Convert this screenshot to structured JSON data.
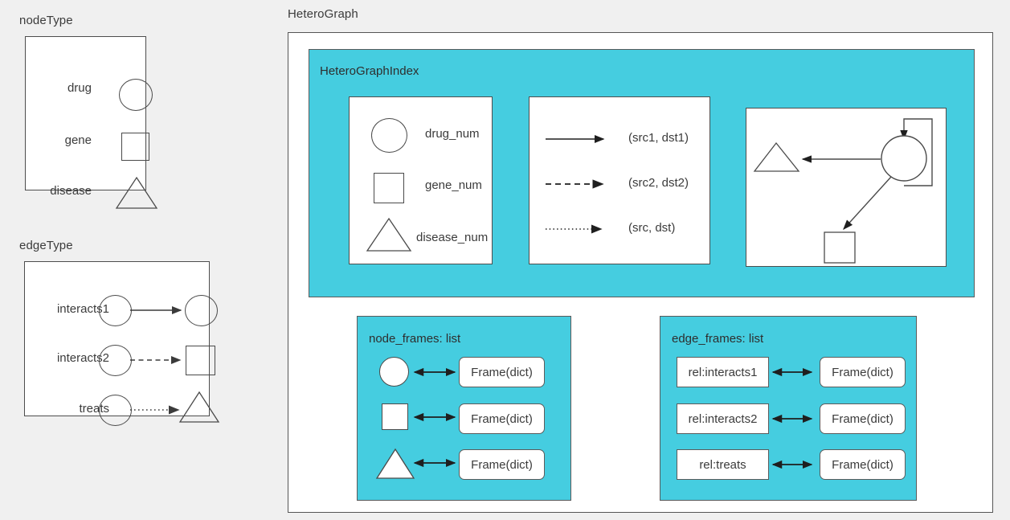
{
  "sections": {
    "node_type": {
      "caption": "nodeType",
      "rows": [
        {
          "label": "drug",
          "shape": "circle"
        },
        {
          "label": "gene",
          "shape": "square"
        },
        {
          "label": "disease",
          "shape": "triangle"
        }
      ]
    },
    "edge_type": {
      "caption": "edgeType",
      "rows": [
        {
          "label": "interacts1",
          "from": "circle",
          "to": "circle",
          "line": "solid"
        },
        {
          "label": "interacts2",
          "from": "circle",
          "to": "square",
          "line": "dashed"
        },
        {
          "label": "treats",
          "from": "circle",
          "to": "triangle",
          "line": "dotted"
        }
      ]
    },
    "hetero_graph": {
      "caption": "HeteroGraph",
      "index": {
        "title": "HeteroGraphIndex",
        "num_box": {
          "rows": [
            {
              "shape": "circle",
              "label": "drug_num"
            },
            {
              "shape": "square",
              "label": "gene_num"
            },
            {
              "shape": "triangle",
              "label": "disease_num"
            }
          ]
        },
        "edges_box": {
          "rows": [
            {
              "line": "solid",
              "label": "(src1, dst1)"
            },
            {
              "line": "dashed",
              "label": "(src2, dst2)"
            },
            {
              "line": "dotted",
              "label": "(src, dst)"
            }
          ]
        },
        "graph_box": {
          "nodes": [
            {
              "shape": "triangle",
              "name": "disease-node"
            },
            {
              "shape": "circle",
              "name": "drug-node"
            },
            {
              "shape": "square",
              "name": "gene-node"
            }
          ],
          "edges": [
            {
              "from": "drug-node",
              "to": "disease-node",
              "name": "drug-to-disease-edge"
            },
            {
              "from": "drug-node",
              "to": "gene-node",
              "name": "drug-to-gene-edge"
            },
            {
              "from": "drug-node",
              "to": "drug-node",
              "name": "drug-self-loop-edge"
            }
          ]
        }
      },
      "node_frames": {
        "title": "node_frames: list",
        "rows": [
          {
            "shape": "circle",
            "frame": "Frame(dict)"
          },
          {
            "shape": "square",
            "frame": "Frame(dict)"
          },
          {
            "shape": "triangle",
            "frame": "Frame(dict)"
          }
        ]
      },
      "edge_frames": {
        "title": "edge_frames: list",
        "rows": [
          {
            "rel": "rel:interacts1",
            "frame": "Frame(dict)"
          },
          {
            "rel": "rel:interacts2",
            "frame": "Frame(dict)"
          },
          {
            "rel": "rel:treats",
            "frame": "Frame(dict)"
          }
        ]
      }
    }
  },
  "colors": {
    "background": "#f0f0f0",
    "cyan_panel": "#45cde0",
    "stroke": "#4a4a4a",
    "text": "#3b3b3b",
    "panel_white": "#ffffff"
  }
}
